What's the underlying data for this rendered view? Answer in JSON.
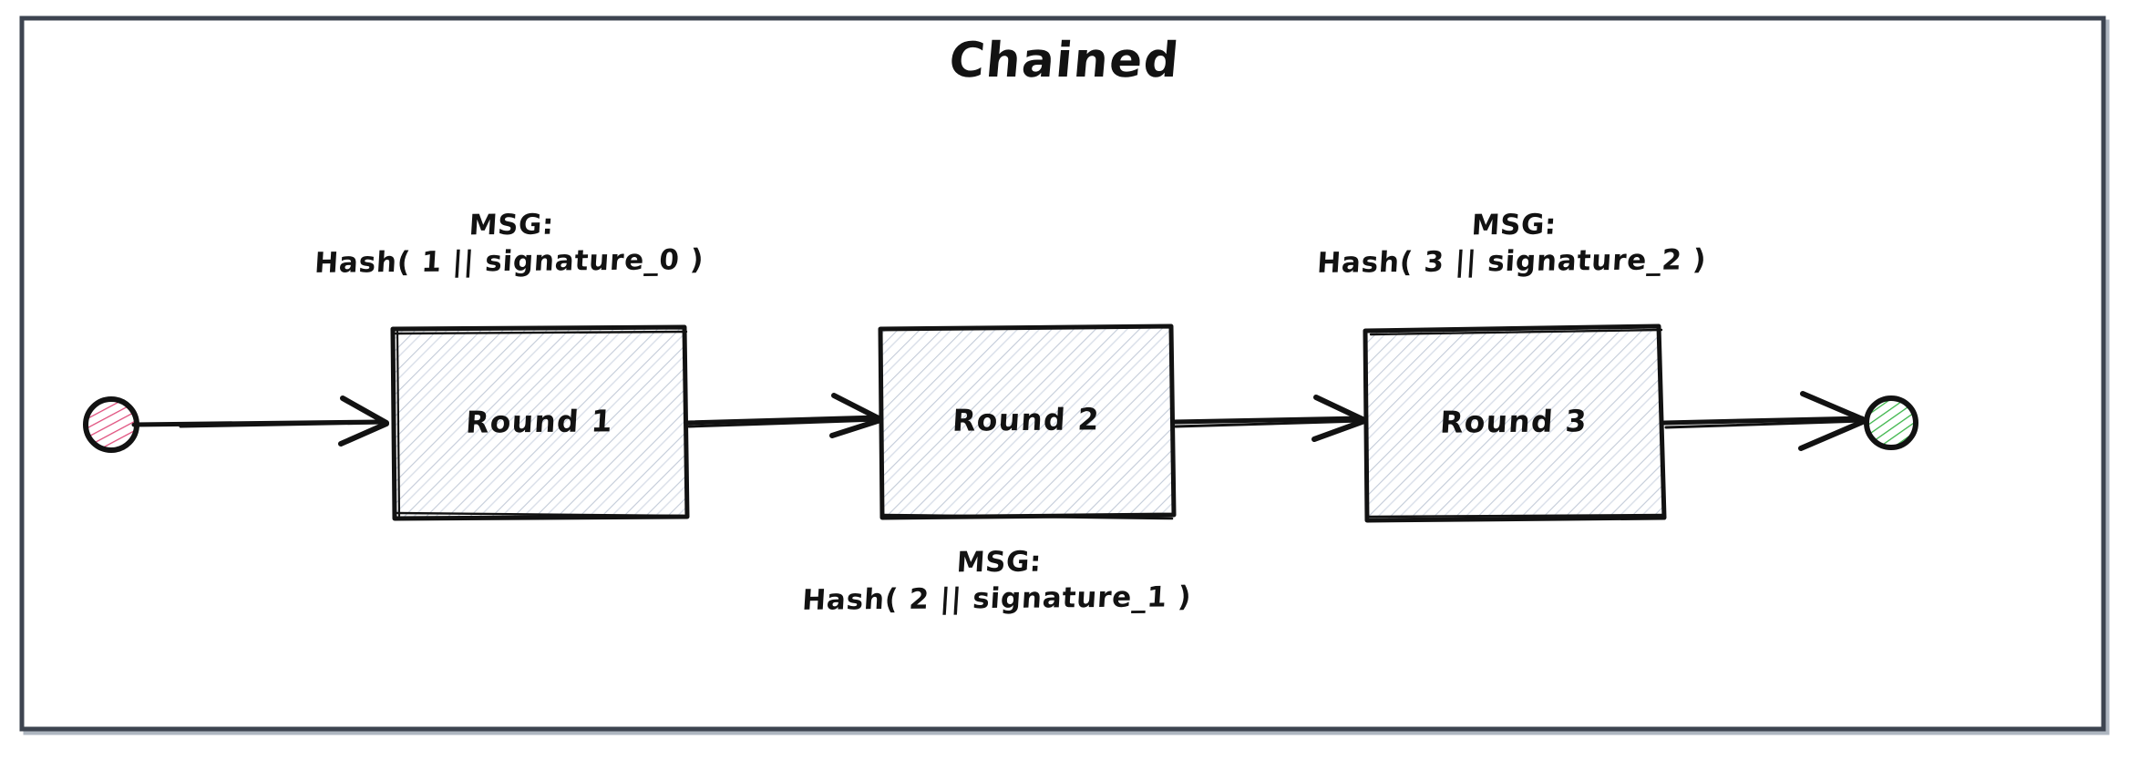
{
  "diagram": {
    "title": "Chained",
    "frame": {
      "border_color": "#3d4450"
    },
    "palette": {
      "stroke": "#121212",
      "box_hatch": "#c3cbd8",
      "start_hatch": "#e0507e",
      "end_hatch": "#3cb54a",
      "text": "#121212"
    },
    "start_node": {
      "name": "start-node",
      "fill_hatch": "#e0507e"
    },
    "end_node": {
      "name": "end-node",
      "fill_hatch": "#3cb54a"
    },
    "nodes": [
      {
        "label": "Round 1"
      },
      {
        "label": "Round 2"
      },
      {
        "label": "Round 3"
      }
    ],
    "labels": [
      {
        "head": "MSG:",
        "body": "Hash( 1 || signature_0 )",
        "position": "above-round-1"
      },
      {
        "head": "MSG:",
        "body": "Hash( 2 || signature_1 )",
        "position": "below-round-2"
      },
      {
        "head": "MSG:",
        "body": "Hash( 3 || signature_2 )",
        "position": "above-round-3"
      }
    ],
    "edges": [
      {
        "from": "start-node",
        "to": "Round 1"
      },
      {
        "from": "Round 1",
        "to": "Round 2"
      },
      {
        "from": "Round 2",
        "to": "Round 3"
      },
      {
        "from": "Round 3",
        "to": "end-node"
      }
    ]
  }
}
